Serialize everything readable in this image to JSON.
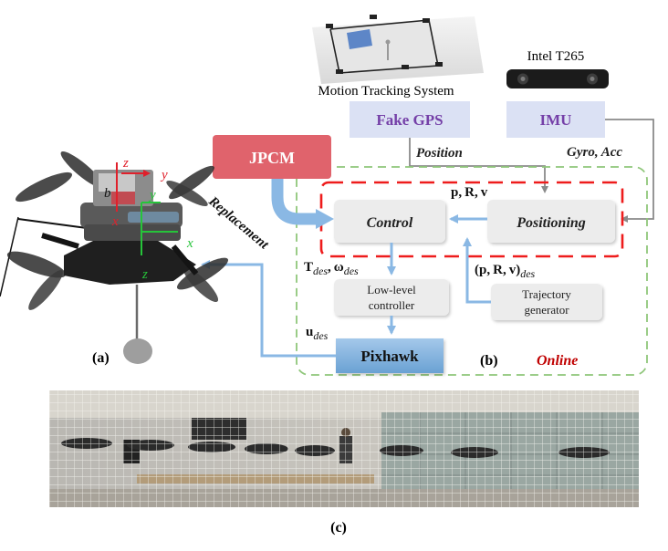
{
  "panels": {
    "a": "(a)",
    "b": "(b)",
    "c": "(c)"
  },
  "top": {
    "motion_tracking": "Motion Tracking System",
    "intel": "Intel T265"
  },
  "boxes": {
    "fake_gps": "Fake GPS",
    "imu": "IMU",
    "jpcm": "JPCM",
    "control": "Control",
    "positioning": "Positioning",
    "low_level_1": "Low-level",
    "low_level_2": "controller",
    "trajectory_1": "Trajectory",
    "trajectory_2": "generator",
    "pixhawk": "Pixhawk"
  },
  "labels": {
    "position": "Position",
    "gyro_acc": "Gyro, Acc",
    "prv_p": "p",
    "prv_r": "R",
    "prv_v": "v",
    "replacement": "Replacement",
    "t_des": "T",
    "omega_des": "ω",
    "des_sub": "des",
    "u_des": "u",
    "prv_des_open": "(",
    "prv_des_close": ")",
    "comma": ",",
    "online": "Online"
  },
  "frame_axes": {
    "x": "x",
    "y": "y",
    "z": "z",
    "b": "b"
  },
  "colors": {
    "jpcm": "#e0636c",
    "input_box": "#dbe1f4",
    "input_text": "#7540a8",
    "node": "#ececec",
    "pixhawk": "#7fb0dc",
    "arrow_blue": "#8ab8e4",
    "dashed_green": "#8fc67a",
    "dashed_red": "#ee1c1c",
    "online": "#c00000",
    "axis_red": "#e0202b",
    "axis_green": "#26c43a"
  }
}
